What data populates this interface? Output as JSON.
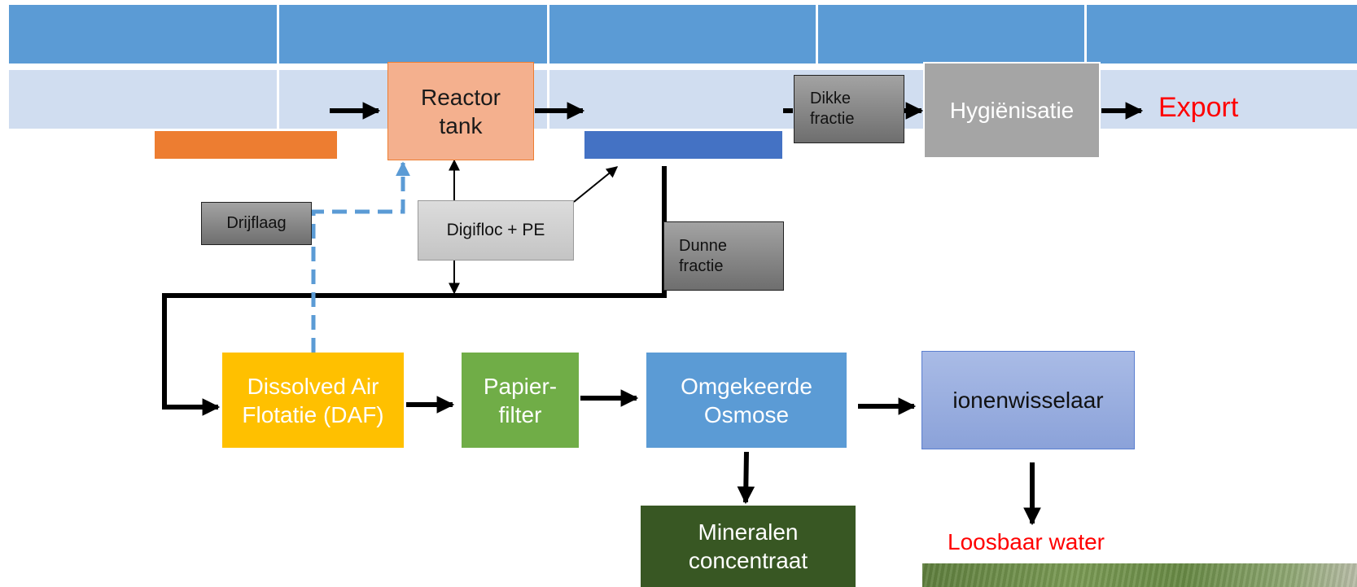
{
  "colors": {
    "header_blue": "#5b9bd5",
    "row_light_blue": "#d0ddf0",
    "reactor_salmon": "#f4b08e",
    "orange_bar": "#ed7d31",
    "blue_bar": "#4472c4",
    "dark_grey": "#7f7f7f",
    "light_grey": "#d0d0d0",
    "medium_grey": "#a5a5a5",
    "daf_yellow": "#ffc000",
    "filter_green": "#70ad47",
    "osmosis_blue": "#5b9bd5",
    "ion_exchanger_blue": "#8fa8dc",
    "minerals_dark_green": "#385723",
    "label_red": "#ff0000",
    "dashed_line_blue": "#5b9bd5"
  },
  "nodes": {
    "reactor_tank": "Reactor\ntank",
    "dikke_fractie": "Dikke\nfractie",
    "hygienisatie": "Hygiënisatie",
    "drijflaag": "Drijflaag",
    "digifloc_pe": "Digifloc + PE",
    "dunne_fractie": "Dunne\nfractie",
    "daf": "Dissolved Air\nFlotatie (DAF)",
    "papierfilter": "Papier-\nfilter",
    "omgekeerde_osmose": "Omgekeerde\nOsmose",
    "ionenwisselaar": "ionenwisselaar",
    "mineralen_concentraat": "Mineralen\nconcentraat"
  },
  "outputs": {
    "export": "Export",
    "loosbaar_water": "Loosbaar water"
  },
  "edges": [
    {
      "from": "input",
      "to": "Reactor\ntank"
    },
    {
      "from": "Reactor\ntank",
      "to": "separator"
    },
    {
      "from": "separator",
      "to": "Dikke\nfractie"
    },
    {
      "from": "Dikke\nfractie",
      "to": "Hygiënisatie"
    },
    {
      "from": "Hygiënisatie",
      "to": "Export"
    },
    {
      "from": "Digifloc + PE",
      "to": "Reactor\ntank"
    },
    {
      "from": "Digifloc + PE",
      "to": "separator"
    },
    {
      "from": "Digifloc + PE",
      "to": "Dunne\nfractie line"
    },
    {
      "from": "separator",
      "to": "Dunne\nfractie"
    },
    {
      "from": "Dunne\nfractie",
      "to": "Dissolved Air\nFlotatie (DAF)"
    },
    {
      "from": "Dissolved Air\nFlotatie (DAF)",
      "to": "Reactor\ntank",
      "style": "dashed",
      "label": "Drijflaag"
    },
    {
      "from": "Dissolved Air\nFlotatie (DAF)",
      "to": "Papier-\nfilter"
    },
    {
      "from": "Papier-\nfilter",
      "to": "Omgekeerde\nOsmose"
    },
    {
      "from": "Omgekeerde\nOsmose",
      "to": "ionenwisselaar"
    },
    {
      "from": "Omgekeerde\nOsmose",
      "to": "Mineralen\nconcentraat"
    },
    {
      "from": "ionenwisselaar",
      "to": "Loosbaar water"
    }
  ]
}
